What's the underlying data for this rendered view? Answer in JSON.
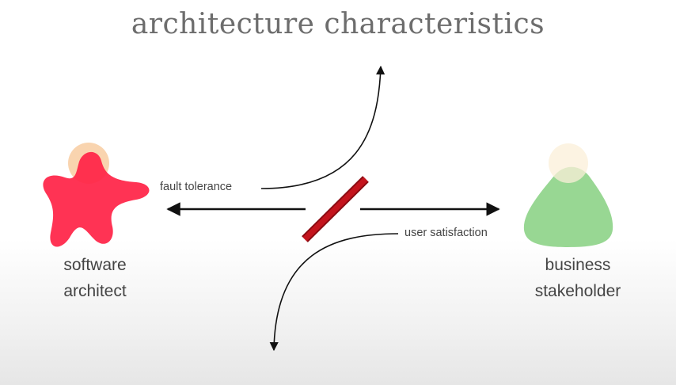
{
  "title": "architecture characteristics",
  "actors": {
    "architect": {
      "line1": "software",
      "line2": "architect"
    },
    "stakeholder": {
      "line1": "business",
      "line2": "stakeholder"
    }
  },
  "edges": {
    "fault_tolerance": "fault tolerance",
    "user_satisfaction": "user satisfaction"
  },
  "colors": {
    "architect_body": "#ff2447",
    "architect_head": "#f8cfa6",
    "stakeholder_body": "#8fd48a",
    "stakeholder_head": "#fbefd8",
    "divider": "#b30f17",
    "arrow": "#111111",
    "title": "#6d6d6d"
  }
}
